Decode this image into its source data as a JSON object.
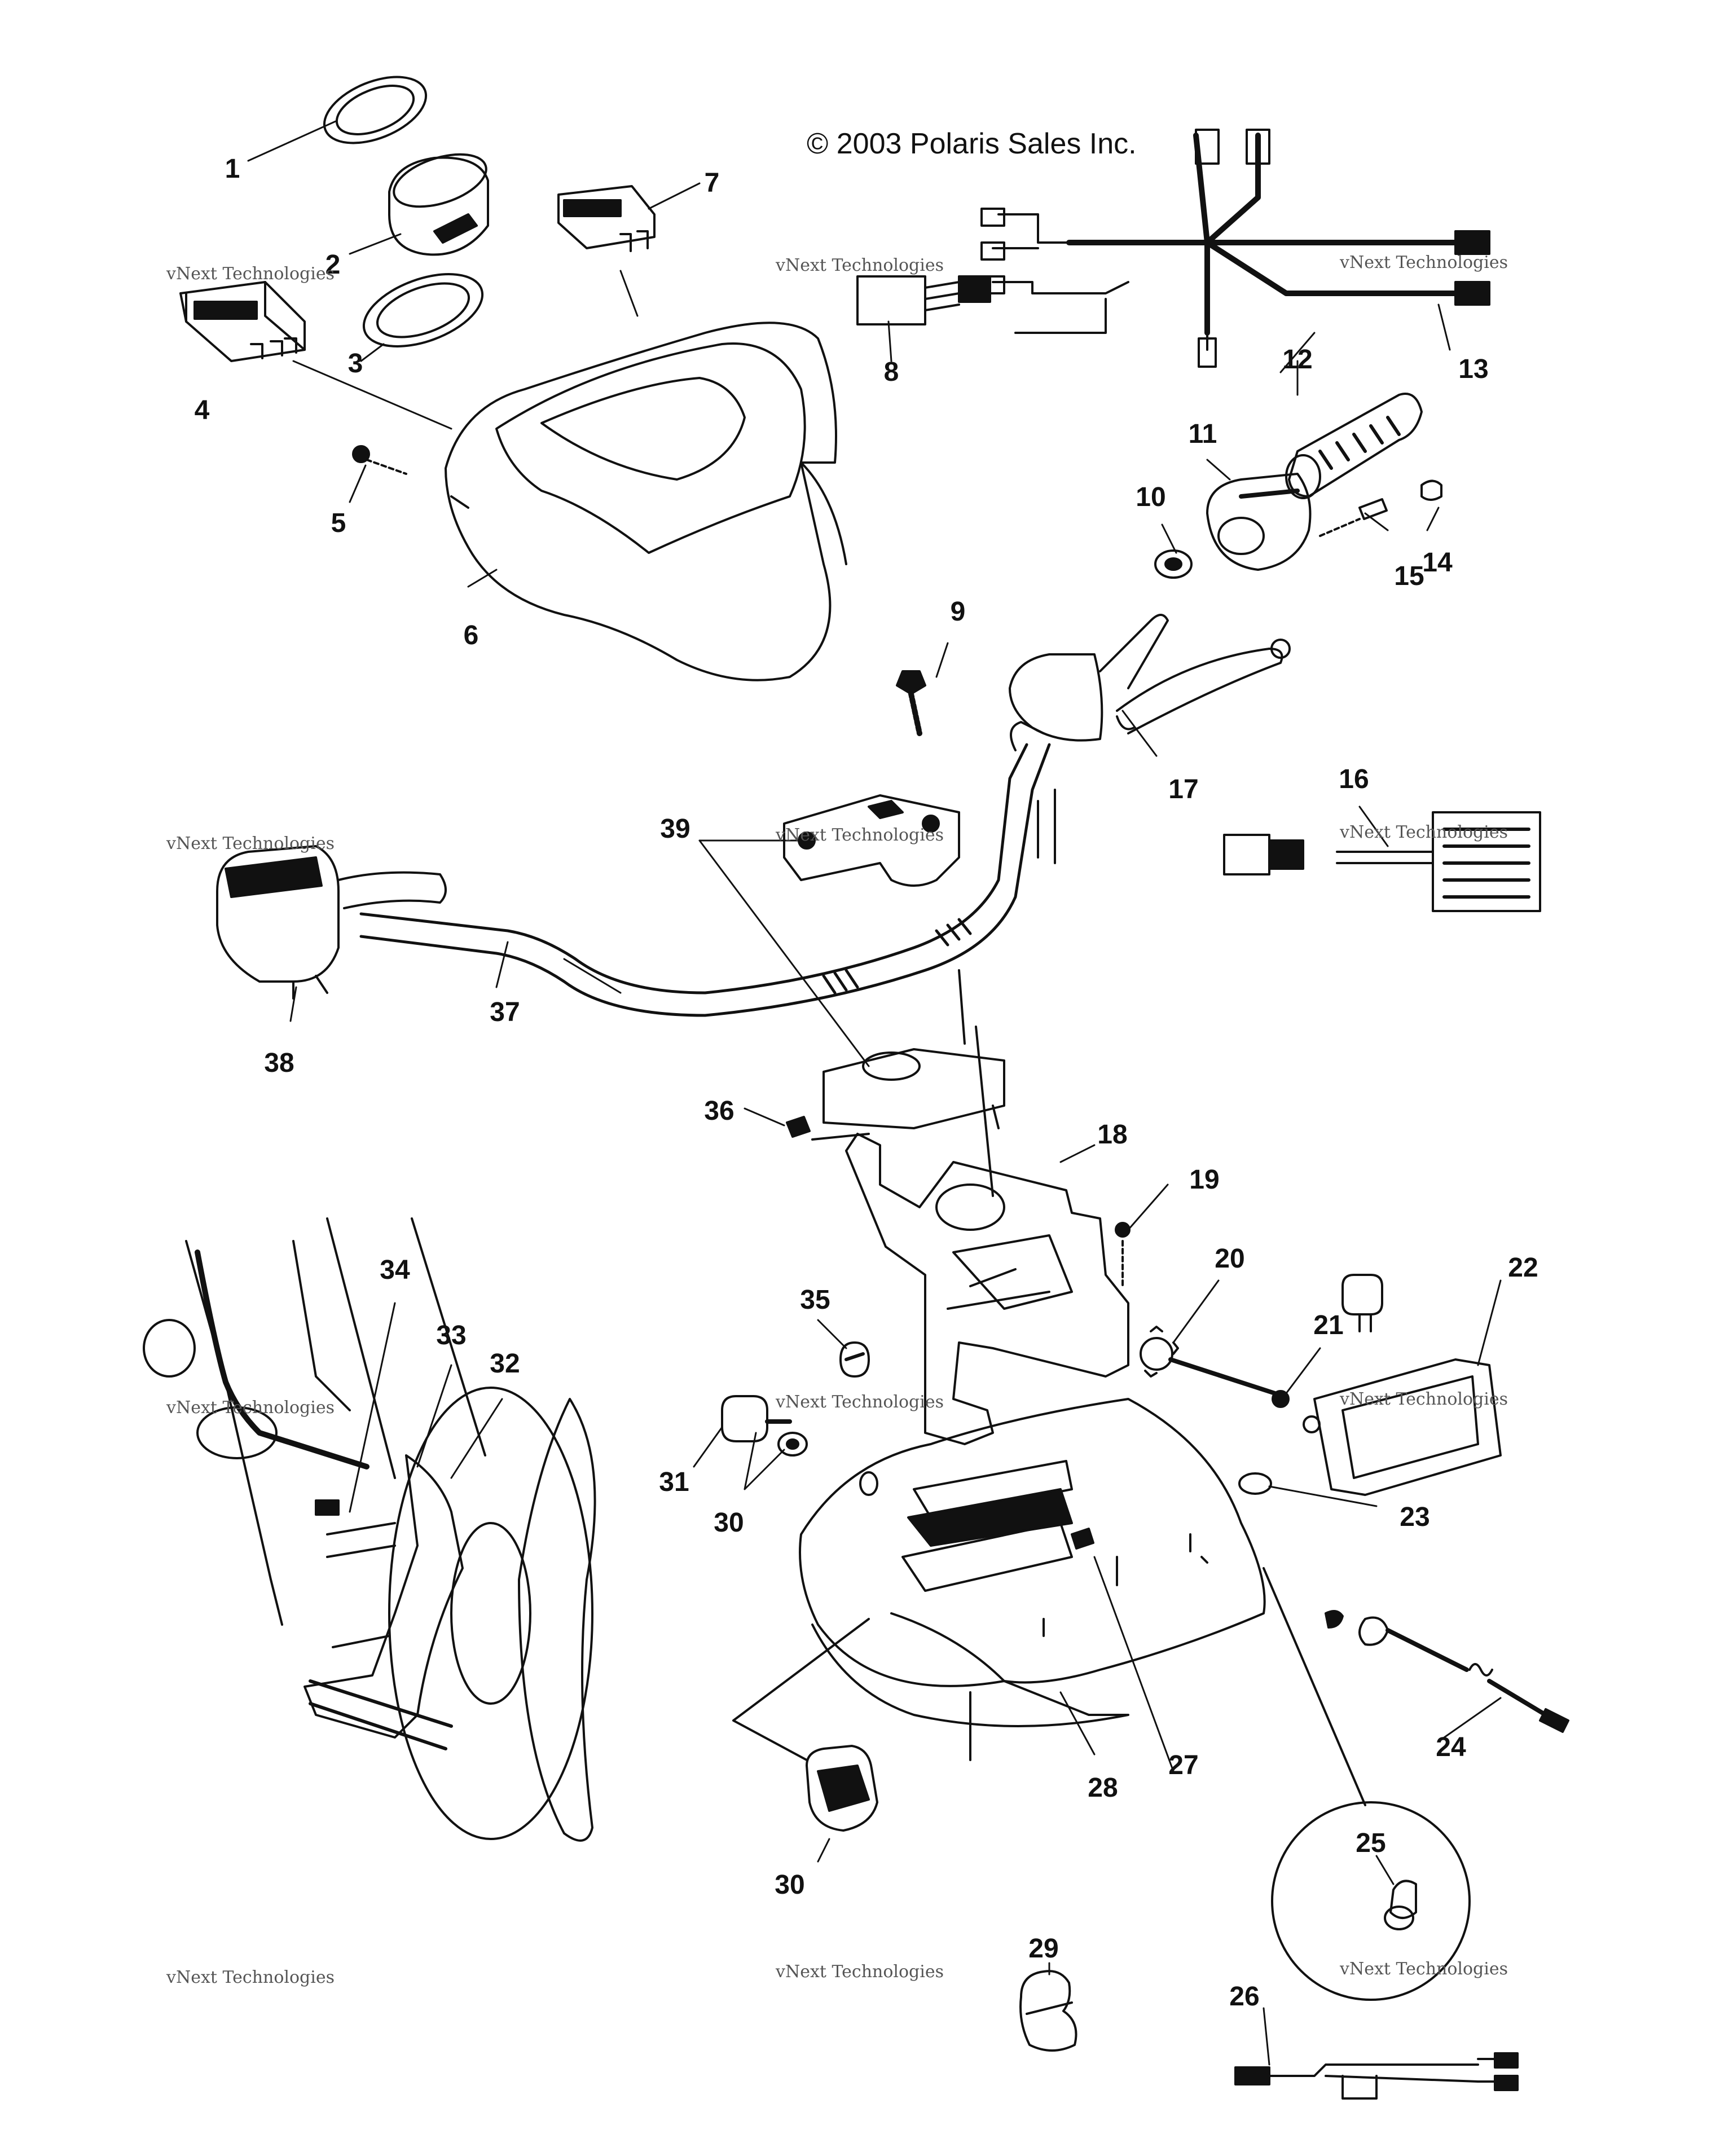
{
  "copyright": "© 2003 Polaris Sales Inc.",
  "watermark": {
    "small": "vNext Technologies",
    "big": "vNext\nTechnologies"
  },
  "labels": [
    "1",
    "2",
    "3",
    "4",
    "5",
    "6",
    "7",
    "8",
    "9",
    "10",
    "11",
    "12",
    "13",
    "14",
    "15",
    "16",
    "17",
    "18",
    "19",
    "20",
    "21",
    "22",
    "23",
    "24",
    "25",
    "26",
    "27",
    "28",
    "29",
    "30",
    "30",
    "31",
    "32",
    "33",
    "34",
    "35",
    "36",
    "37",
    "38",
    "39"
  ],
  "colors": {
    "ink": "#111111",
    "paper": "#ffffff",
    "watermark": "#c8c8c8"
  }
}
